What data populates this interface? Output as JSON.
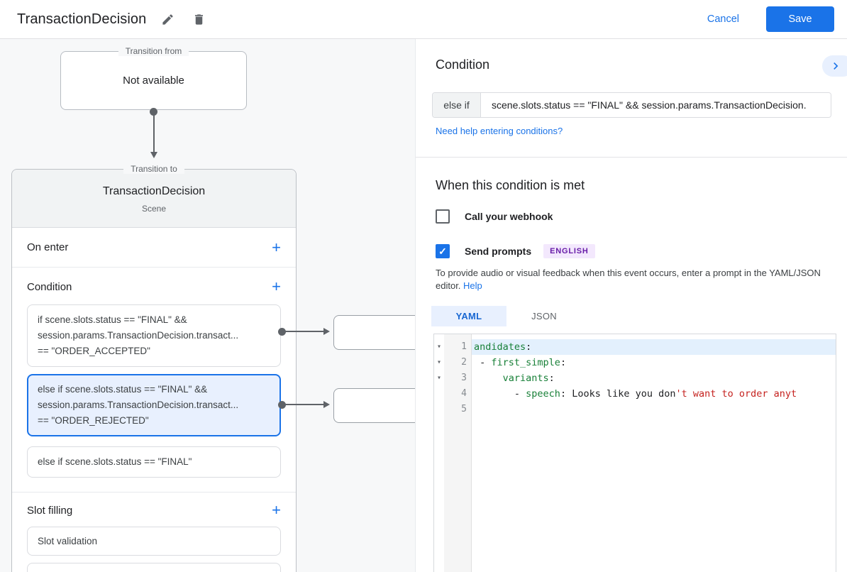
{
  "header": {
    "title": "TransactionDecision",
    "cancel_label": "Cancel",
    "save_label": "Save"
  },
  "flow": {
    "transition_from_label": "Transition from",
    "not_available": "Not available",
    "transition_to_label": "Transition to",
    "scene": {
      "title": "TransactionDecision",
      "subtitle": "Scene",
      "on_enter_label": "On enter",
      "condition_label": "Condition",
      "slot_filling_label": "Slot filling",
      "slot_validation_label": "Slot validation",
      "conditions": [
        {
          "lines": [
            "if scene.slots.status == \"FINAL\" &&",
            "session.params.TransactionDecision.transact...",
            "== \"ORDER_ACCEPTED\""
          ]
        },
        {
          "lines": [
            "else if scene.slots.status == \"FINAL\" &&",
            "session.params.TransactionDecision.transact...",
            "== \"ORDER_REJECTED\""
          ]
        },
        {
          "lines": [
            "else if scene.slots.status == \"FINAL\""
          ]
        }
      ]
    }
  },
  "panel": {
    "title": "Condition",
    "condition_prefix": "else if",
    "condition_value": "scene.slots.status == \"FINAL\" && session.params.TransactionDecision.",
    "help_link": "Need help entering conditions?",
    "when_met_title": "When this condition is met",
    "webhook_label": "Call your webhook",
    "prompts_label": "Send prompts",
    "language_badge": "ENGLISH",
    "description": "To provide audio or visual feedback when this event occurs, enter a prompt in the YAML/JSON editor.",
    "description_help_label": "Help",
    "editor": {
      "tabs": [
        {
          "label": "YAML",
          "active": true
        },
        {
          "label": "JSON",
          "active": false
        }
      ],
      "lines": [
        {
          "num": 1,
          "fold": true,
          "highlight": true,
          "tokens": [
            {
              "c": "key",
              "t": "andidates"
            },
            {
              "c": "plain",
              "t": ":"
            }
          ]
        },
        {
          "num": 2,
          "fold": true,
          "highlight": false,
          "tokens": [
            {
              "c": "plain",
              "t": " - "
            },
            {
              "c": "key",
              "t": "first_simple"
            },
            {
              "c": "plain",
              "t": ":"
            }
          ]
        },
        {
          "num": 3,
          "fold": true,
          "highlight": false,
          "tokens": [
            {
              "c": "plain",
              "t": "     "
            },
            {
              "c": "key",
              "t": "variants"
            },
            {
              "c": "plain",
              "t": ":"
            }
          ]
        },
        {
          "num": 4,
          "fold": false,
          "highlight": false,
          "tokens": [
            {
              "c": "plain",
              "t": "       - "
            },
            {
              "c": "key",
              "t": "speech"
            },
            {
              "c": "plain",
              "t": ": Looks like you don"
            },
            {
              "c": "string",
              "t": "'t want to order anyt"
            }
          ]
        },
        {
          "num": 5,
          "fold": false,
          "highlight": false,
          "tokens": []
        }
      ]
    }
  },
  "colors": {
    "accent": "#1a73e8",
    "selected_card_bg": "#e8f0fe",
    "badge_bg": "#f3e8fd",
    "badge_text": "#681da8",
    "code_key": "#188038",
    "code_string": "#c5221f",
    "line_highlight": "#e3f0fd"
  }
}
